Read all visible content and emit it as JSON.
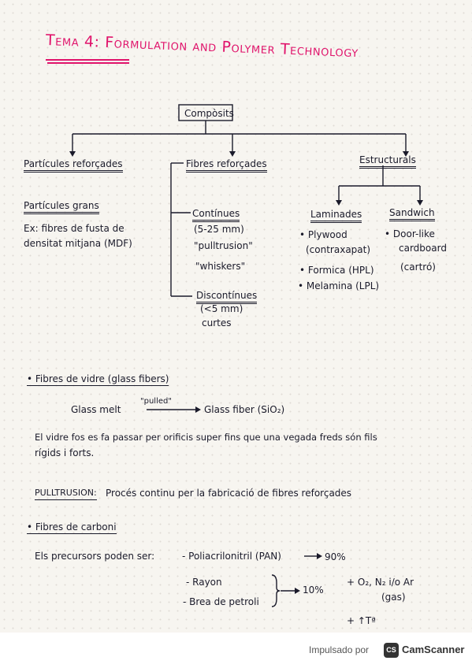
{
  "title": "Tema 4: Formulation and Polymer Technology",
  "tree": {
    "root": "Compòsits",
    "branches": {
      "particules": "Partícules reforçades",
      "fibres": "Fibres reforçades",
      "estructurals": "Estructurals"
    },
    "particules_child": {
      "heading": "Partícules grans",
      "text1": "Ex: fibres de fusta de",
      "text2": "densitat mitjana (MDF)"
    },
    "fibres_child": {
      "continues": "Contínues",
      "continues_size": "(5-25 mm)",
      "pultrusion": "\"pulltrusion\"",
      "whiskers": "\"whiskers\"",
      "discontinues": "Discontínues",
      "disc_size": "(<5 mm)",
      "curtes": "curtes"
    },
    "estructurals_child": {
      "laminats": "Laminades",
      "plywood": "• Plywood",
      "contraxapat": "(contraxapat)",
      "formica": "• Formica (HPL)",
      "melamina": "• Melamina (LPL)",
      "sandwich": "Sandwich",
      "door": "• Door-like",
      "cardboard": "cardboard",
      "cartro": "(cartró)"
    }
  },
  "glass": {
    "heading": "• Fibres de vidre (glass fibers)",
    "melt": "Glass melt",
    "pulled": "\"pulled\"",
    "fiber": "Glass fiber (SiO₂)",
    "text1": "El vidre fos es fa passar per orificis super fins que una vegada freds són fils",
    "text2": "rígids i forts."
  },
  "pultrusion": {
    "label": "PULLTRUSION:",
    "text": "Procés continu per la fabricació de fibres reforçades"
  },
  "carbon": {
    "heading": "• Fibres de carboni",
    "precursors": "Els precursors poden ser:",
    "pan": "- Poliacrilonitril (PAN)",
    "pan_pct": "90%",
    "rayon": "- Rayon",
    "brea": "- Brea de petroli",
    "pct10": "10%",
    "gases1": "+ O₂, N₂ i/o Ar",
    "gases2": "(gas)",
    "temp": "+ ↑Tª"
  },
  "footer": {
    "impulsado": "Impulsado por",
    "logo": "CS",
    "brand": "CamScanner"
  }
}
